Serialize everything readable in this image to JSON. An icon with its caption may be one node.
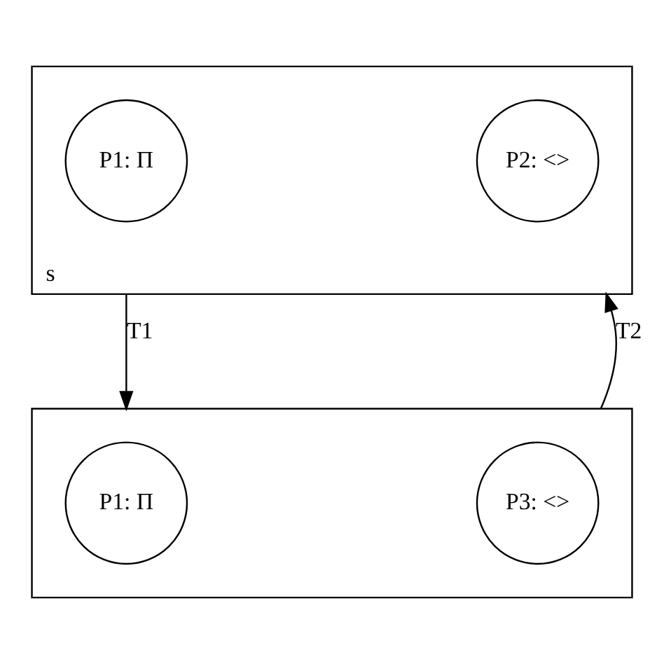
{
  "diagram": {
    "nodes": [
      {
        "text": [
          "s"
        ]
      },
      {
        "text": [
          "P1: Π"
        ],
        "in": 0
      },
      {
        "text": [
          "P2: <>"
        ],
        "in": 0
      },
      {
        "text": [],
        "shape": "box"
      },
      {
        "text": [
          "P1: Π"
        ],
        "in": 3
      },
      {
        "text": [
          "P3: <>"
        ],
        "in": 3
      }
    ],
    "edges": [
      {
        "from": 0,
        "to": 3,
        "arrow": "to",
        "label": "T1"
      },
      {
        "from": 3,
        "to": 0,
        "arrow": "to",
        "label": "T2"
      }
    ]
  }
}
